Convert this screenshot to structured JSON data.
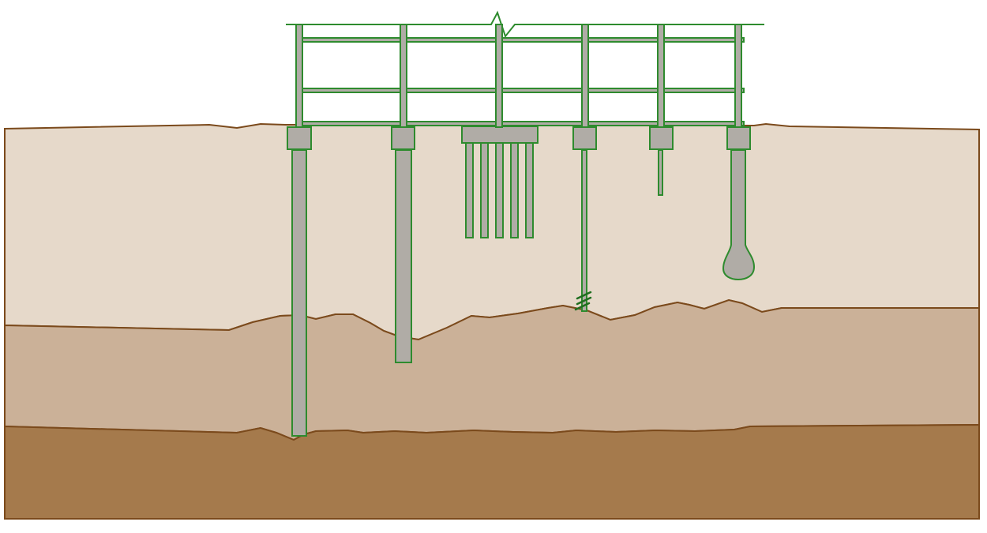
{
  "diagram": {
    "kind": "foundation-types-cross-section",
    "colors": {
      "soil_top": "#e6d9ca",
      "soil_middle": "#cbb198",
      "soil_bottom": "#a57a4c",
      "soil_outline": "#7b4a1c",
      "frame": "#2e8b2e",
      "frame_dark": "#1f6e1f",
      "concrete": "#b0aca6"
    },
    "soil_layers": [
      {
        "name": "upper-soil-layer"
      },
      {
        "name": "middle-soil-layer"
      },
      {
        "name": "bottom-soil-layer"
      }
    ],
    "foundations": [
      {
        "name": "deep-pile-foundation",
        "type": "end-bearing pile"
      },
      {
        "name": "medium-pile-foundation",
        "type": "pile"
      },
      {
        "name": "pile-group-foundation",
        "type": "pile cap with pile group",
        "pile_count": 5
      },
      {
        "name": "helical-pile-foundation",
        "type": "screw pile"
      },
      {
        "name": "micropile-foundation",
        "type": "micropile"
      },
      {
        "name": "belled-pier-foundation",
        "type": "belled caisson"
      }
    ],
    "frame": {
      "floors": 3,
      "columns": 6,
      "break_symbol": true
    }
  }
}
